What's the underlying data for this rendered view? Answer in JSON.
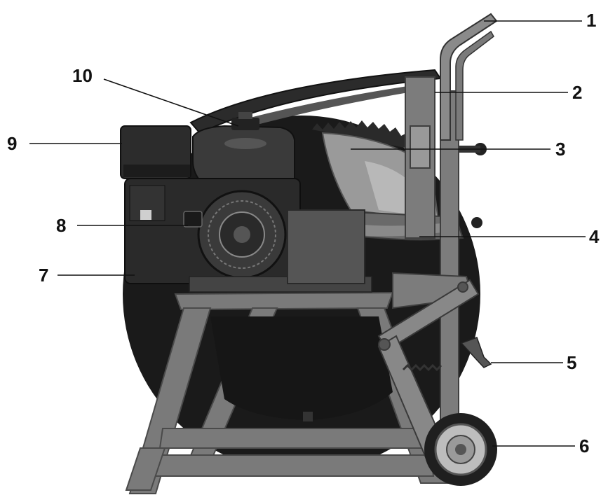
{
  "callouts": [
    {
      "id": "1",
      "text": "1"
    },
    {
      "id": "2",
      "text": "2"
    },
    {
      "id": "3",
      "text": "3"
    },
    {
      "id": "4",
      "text": "4"
    },
    {
      "id": "5",
      "text": "5"
    },
    {
      "id": "6",
      "text": "6"
    },
    {
      "id": "7",
      "text": "7"
    },
    {
      "id": "8",
      "text": "8"
    },
    {
      "id": "9",
      "text": "9"
    },
    {
      "id": "10",
      "text": "10"
    }
  ],
  "icons": {
    "machine": "log-saw-machine-illustration"
  },
  "colors": {
    "frame": "#6e6e6e",
    "frame_dark": "#3a3a3a",
    "blade": "#1c1c1c",
    "engine": "#2a2a2a",
    "guard": "#8c8c8c",
    "wheel": "#222222",
    "background": "#ffffff"
  }
}
